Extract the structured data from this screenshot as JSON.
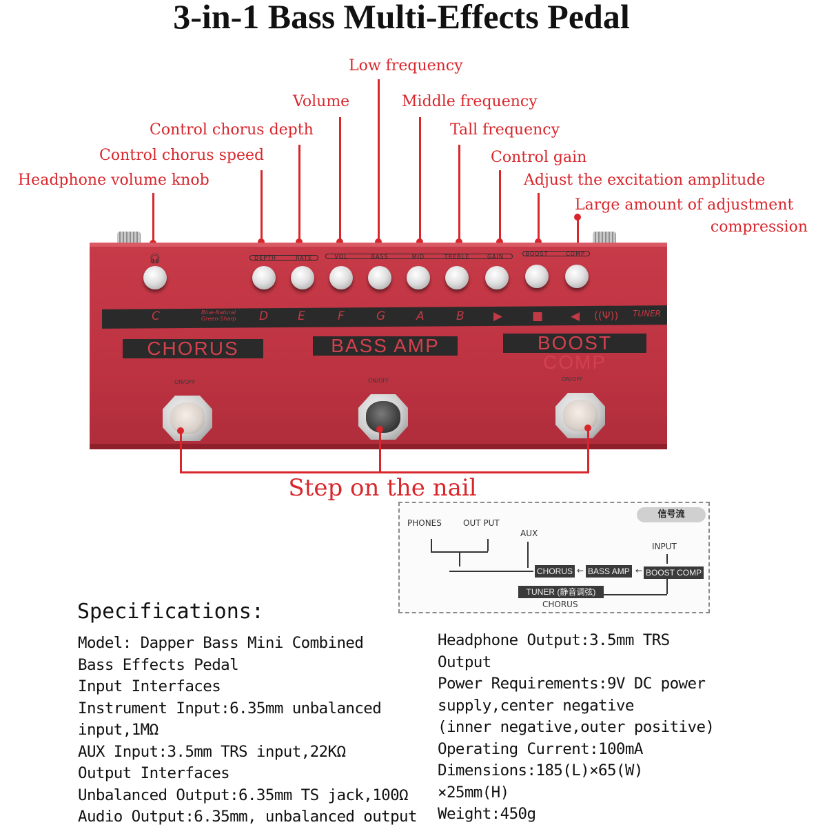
{
  "title": "3-in-1 Bass Multi-Effects Pedal",
  "callouts": {
    "headphone": "Headphone volume knob",
    "chorus_speed": "Control chorus speed",
    "chorus_depth": "Control chorus depth",
    "volume": "Volume",
    "low": "Low frequency",
    "middle": "Middle frequency",
    "tall": "Tall frequency",
    "gain": "Control gain",
    "excitation": "Adjust the excitation amplitude",
    "compression_1": "Large amount of adjustment",
    "compression_2": "compression"
  },
  "pedal": {
    "knob_labels": {
      "depth": "DEPTH",
      "rate": "RATE",
      "vol": "VOL",
      "bass": "BASS",
      "mid": "MID",
      "treble": "TREBLE",
      "gain": "GAIN",
      "boost": "BOOST",
      "comp": "COMP"
    },
    "tuner_notes": [
      "C",
      "D",
      "E",
      "F",
      "G",
      "A",
      "B"
    ],
    "tuner_small_1": "Blue-Natural",
    "tuner_small_2": "Green-Sharp",
    "tuner_label": "TUNER",
    "sections": {
      "chorus": "CHORUS",
      "bass_amp": "BASS AMP",
      "boost_comp": "BOOST COMP"
    },
    "onoff": "ON/OFF"
  },
  "step_label": "Step on the nail",
  "signal_flow": {
    "title": "信号流",
    "phones": "PHONES",
    "output": "OUT PUT",
    "aux": "AUX",
    "input": "INPUT",
    "chorus": "CHORUS",
    "bass_amp": "BASS AMP",
    "boost_comp": "BOOST COMP",
    "tuner": "TUNER (静音调弦)",
    "bottom": "CHORUS"
  },
  "specs": {
    "heading": "Specifications:",
    "left": [
      "Model: Dapper Bass Mini Combined",
      "Bass Effects Pedal",
      "Input Interfaces",
      "Instrument Input:6.35mm unbalanced",
      "input,1MΩ",
      "AUX Input:3.5mm TRS input,22KΩ",
      "Output Interfaces",
      "Unbalanced Output:6.35mm TS jack,100Ω",
      "Audio Output:6.35mm, unbalanced output"
    ],
    "right": [
      "Headphone Output:3.5mm TRS",
      "Output",
      "Power Requirements:9V DC power",
      "supply,center negative",
      "(inner negative,outer positive)",
      "Operating Current:100mA",
      "Dimensions:185(L)×65(W)",
      "×25mm(H)",
      "Weight:450g"
    ]
  },
  "colors": {
    "accent_red": "#d8262c",
    "pedal_red": "#c13645",
    "panel_dark": "#2a2a2a"
  }
}
